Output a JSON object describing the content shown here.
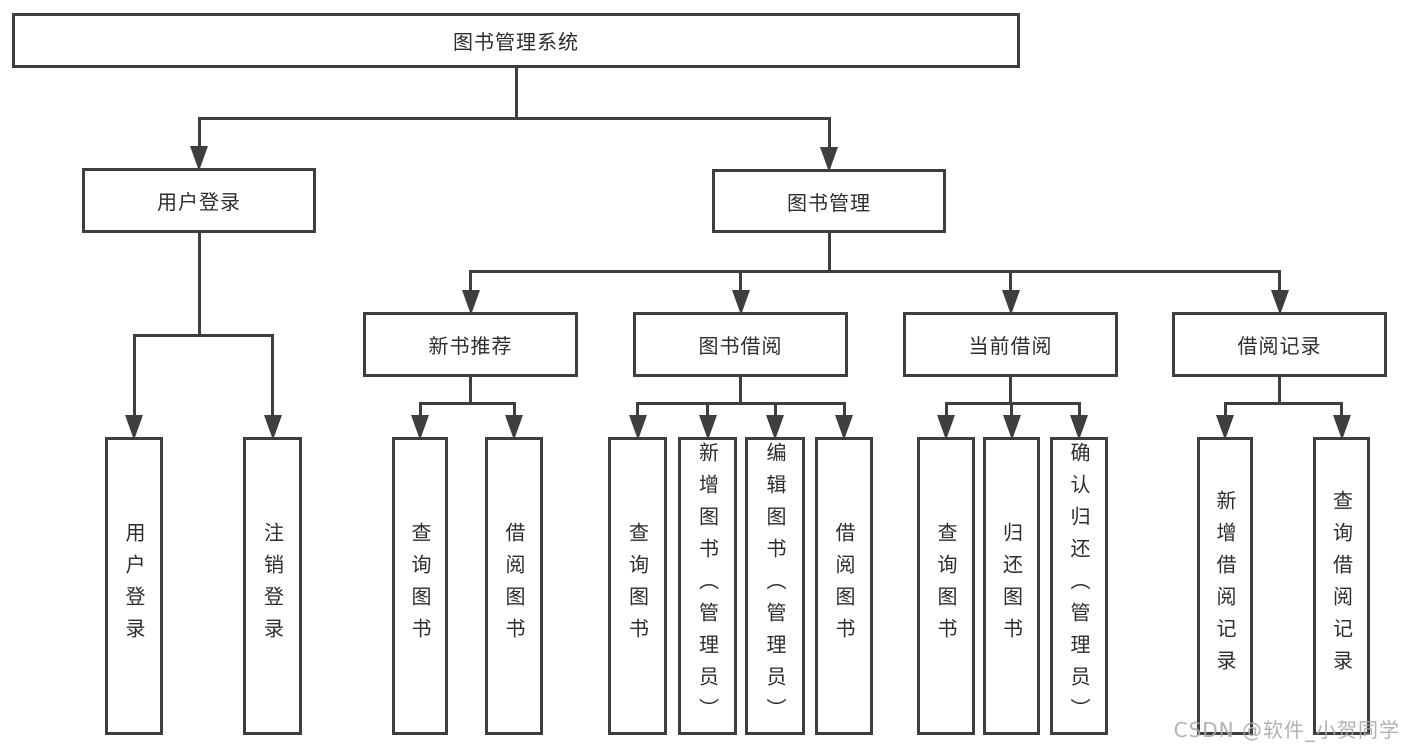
{
  "diagram": {
    "type": "hierarchy",
    "title": "图书管理系统",
    "nodes": [
      {
        "id": "root",
        "label": "图书管理系统"
      },
      {
        "id": "user-login-group",
        "label": "用户登录"
      },
      {
        "id": "book-mgmt",
        "label": "图书管理"
      },
      {
        "id": "new-book-rec",
        "label": "新书推荐"
      },
      {
        "id": "book-borrow",
        "label": "图书借阅"
      },
      {
        "id": "current-borrow",
        "label": "当前借阅"
      },
      {
        "id": "borrow-records",
        "label": "借阅记录"
      },
      {
        "id": "v-user-login",
        "label": "用户登录"
      },
      {
        "id": "v-logout",
        "label": "注销登录"
      },
      {
        "id": "v-query-book-1",
        "label": "查询图书"
      },
      {
        "id": "v-borrow-book-1",
        "label": "借阅图书"
      },
      {
        "id": "v-query-book-2",
        "label": "查询图书"
      },
      {
        "id": "v-add-book",
        "label": "新增图书（管理员）"
      },
      {
        "id": "v-edit-book",
        "label": "编辑图书（管理员）"
      },
      {
        "id": "v-borrow-book-2",
        "label": "借阅图书"
      },
      {
        "id": "v-query-book-3",
        "label": "查询图书"
      },
      {
        "id": "v-return-book",
        "label": "归还图书"
      },
      {
        "id": "v-confirm-return",
        "label": "确认归还（管理员）"
      },
      {
        "id": "v-add-record",
        "label": "新增借阅记录"
      },
      {
        "id": "v-query-record",
        "label": "查询借阅记录"
      }
    ],
    "edges": [
      {
        "from": "root",
        "to": [
          "user-login-group",
          "book-mgmt"
        ]
      },
      {
        "from": "user-login-group",
        "to": [
          "v-user-login",
          "v-logout"
        ]
      },
      {
        "from": "book-mgmt",
        "to": [
          "new-book-rec",
          "book-borrow",
          "current-borrow",
          "borrow-records"
        ]
      },
      {
        "from": "new-book-rec",
        "to": [
          "v-query-book-1",
          "v-borrow-book-1"
        ]
      },
      {
        "from": "book-borrow",
        "to": [
          "v-query-book-2",
          "v-add-book",
          "v-edit-book",
          "v-borrow-book-2"
        ]
      },
      {
        "from": "current-borrow",
        "to": [
          "v-query-book-3",
          "v-return-book",
          "v-confirm-return"
        ]
      },
      {
        "from": "borrow-records",
        "to": [
          "v-add-record",
          "v-query-record"
        ]
      }
    ]
  },
  "watermark": {
    "text": "CSDN @软件_小贺同学"
  },
  "colors": {
    "line": "#3e3e3e",
    "border": "#3e3e3e",
    "text": "#2d2d2d",
    "background": "#ffffff",
    "watermark": "#aaaaaa"
  }
}
